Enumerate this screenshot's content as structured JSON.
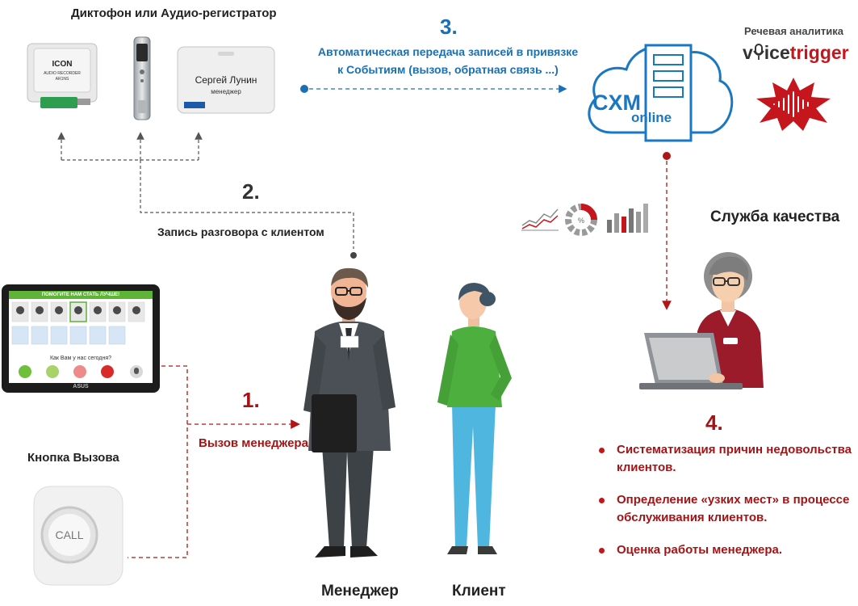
{
  "header": {
    "recorder_title": "Диктофон или Аудио-регистратор",
    "analytics_label": "Речевая аналитика"
  },
  "devices": {
    "icon_box": {
      "brand": "ICON",
      "line1": "AUDIO RECORDER",
      "line2": "AR1NS"
    },
    "badge": {
      "name": "Сергей Лунин",
      "role": "менеджер"
    }
  },
  "logos": {
    "voicetrigger": {
      "part1": "v",
      "part2": "ice",
      "part3": "trigger"
    },
    "cxm": {
      "top": "CXM",
      "bottom": "online"
    }
  },
  "steps": {
    "s1": {
      "number": "1.",
      "text": "Вызов менеджера"
    },
    "s2": {
      "number": "2.",
      "text": "Запись разговора с клиентом"
    },
    "s3": {
      "number": "3.",
      "text_line1": "Автоматическая передача записей в привязке",
      "text_line2": "к Событиям (вызов, обратная связь ...)"
    },
    "s4": {
      "number": "4."
    }
  },
  "tablet": {
    "header": "ПОМОГИТЕ НАМ СТАТЬ ЛУЧШЕ!",
    "question": "Как Вам у нас сегодня?",
    "brand": "ASUS"
  },
  "call_button": {
    "title": "Кнопка Вызова",
    "text": "CALL"
  },
  "people": {
    "manager": "Менеджер",
    "client": "Клиент",
    "quality_service": "Служба качества"
  },
  "bullets": [
    "Систематизация причин недовольства клиентов.",
    "Определение «узких мест» в процессе обслуживания клиентов.",
    "Оценка работы менеджера."
  ],
  "colors": {
    "blue": "#1a6fb5",
    "red": "#a31416",
    "dark": "#222222"
  }
}
